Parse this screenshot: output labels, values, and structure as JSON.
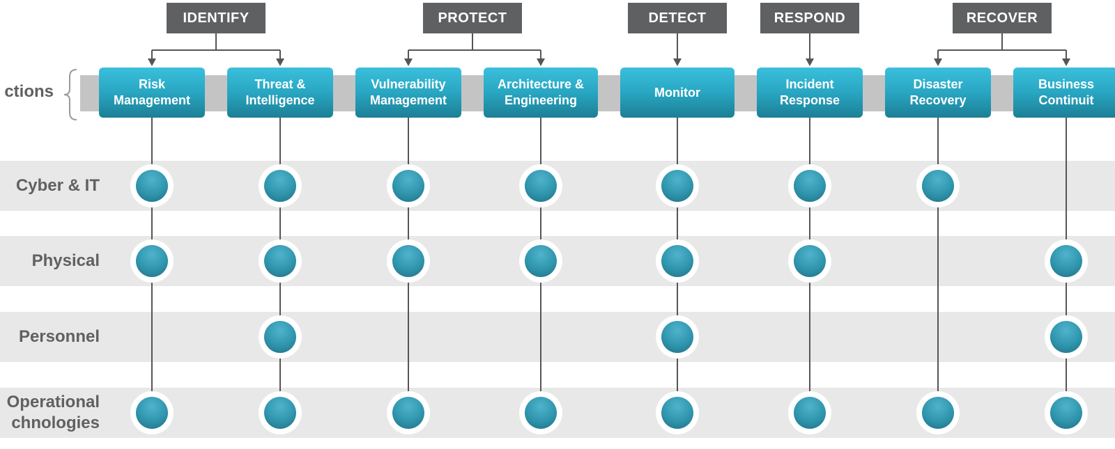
{
  "categories": [
    {
      "label": "IDENTIFY"
    },
    {
      "label": "PROTECT"
    },
    {
      "label": "DETECT"
    },
    {
      "label": "RESPOND"
    },
    {
      "label": "RECOVER"
    }
  ],
  "functions_heading": "ctions",
  "functions": [
    {
      "label": "Risk\nManagement",
      "category": "IDENTIFY"
    },
    {
      "label": "Threat &\nIntelligence",
      "category": "IDENTIFY"
    },
    {
      "label": "Vulnerability\nManagement",
      "category": "PROTECT"
    },
    {
      "label": "Architecture &\nEngineering",
      "category": "PROTECT"
    },
    {
      "label": "Monitor",
      "category": "DETECT"
    },
    {
      "label": "Incident\nResponse",
      "category": "RESPOND"
    },
    {
      "label": "Disaster\nRecovery",
      "category": "RECOVER"
    },
    {
      "label": "Business\nContinuit",
      "category": "RECOVER"
    }
  ],
  "rows": [
    {
      "label": "Cyber & IT",
      "covered": [
        true,
        true,
        true,
        true,
        true,
        true,
        true,
        false
      ]
    },
    {
      "label": "Physical",
      "covered": [
        true,
        true,
        true,
        true,
        true,
        true,
        false,
        true
      ]
    },
    {
      "label": "Personnel",
      "covered": [
        false,
        true,
        false,
        false,
        true,
        false,
        false,
        true
      ]
    },
    {
      "label": "Operational\nchnologies",
      "covered": [
        true,
        true,
        true,
        true,
        true,
        true,
        true,
        true
      ]
    }
  ],
  "colors": {
    "category_box": "#5f6062",
    "function_box": "#29a9c5",
    "band": "#e8e8e8",
    "connector": "#555555",
    "dot": "#2f95ad"
  }
}
